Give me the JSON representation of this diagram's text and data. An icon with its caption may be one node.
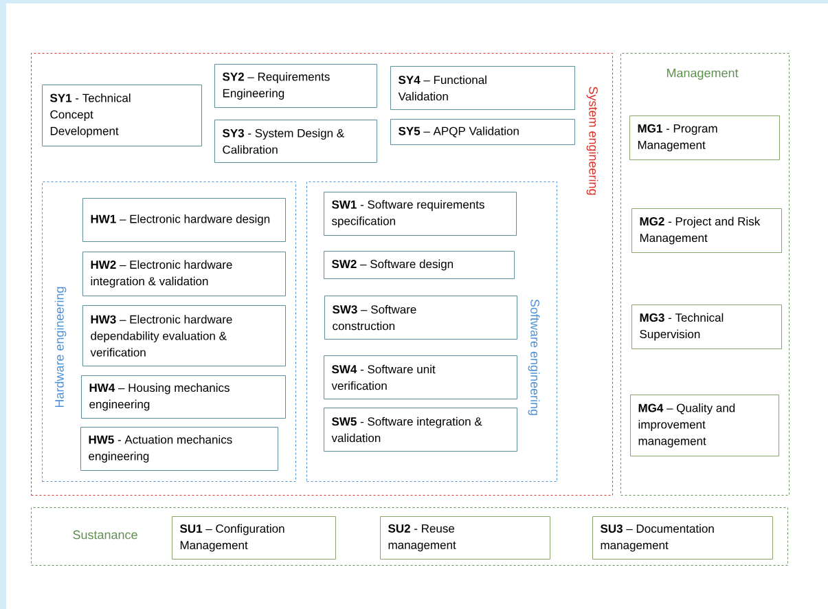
{
  "diagram": {
    "nodes": [
      {
        "text": [
          "System engineering"
        ]
      },
      {
        "text": [
          "**SY1** - Technical Concept Development"
        ],
        "in": 0
      },
      {
        "text": [
          "**SY2** – Requirements Engineering"
        ],
        "in": 0
      },
      {
        "text": [
          "**SY3** - System Design & Calibration"
        ],
        "in": 0
      },
      {
        "text": [
          "**SY4** – Functional Validation"
        ],
        "in": 0
      },
      {
        "text": [
          "**SY5** – APQP Validation"
        ],
        "in": 0
      },
      {
        "text": [
          "Hardware engineering"
        ],
        "in": 0
      },
      {
        "text": [
          "**HW1** – Electronic hardware design"
        ],
        "in": 6
      },
      {
        "text": [
          "**HW2** – Electronic hardware integration & validation"
        ],
        "in": 6
      },
      {
        "text": [
          "**HW3** – Electronic hardware dependability evaluation & verification"
        ],
        "in": 6
      },
      {
        "text": [
          "**HW4** – Housing mechanics engineering"
        ],
        "in": 6
      },
      {
        "text": [
          "**HW5** - Actuation mechanics engineering"
        ],
        "in": 6
      },
      {
        "text": [
          "Software engineering"
        ],
        "in": 0
      },
      {
        "text": [
          "**SW1** - Software requirements specification"
        ],
        "in": 12
      },
      {
        "text": [
          "**SW2** – Software design"
        ],
        "in": 12
      },
      {
        "text": [
          "**SW3** – Software construction"
        ],
        "in": 12
      },
      {
        "text": [
          "**SW4** - Software unit verification"
        ],
        "in": 12
      },
      {
        "text": [
          "**SW5** - Software integration & validation"
        ],
        "in": 12
      },
      {
        "text": [
          "Management"
        ]
      },
      {
        "text": [
          "**MG1** - Program Management"
        ],
        "in": 18
      },
      {
        "text": [
          "**MG2** - Project and Risk Management"
        ],
        "in": 18
      },
      {
        "text": [
          "**MG3** - Technical Supervision"
        ],
        "in": 18
      },
      {
        "text": [
          "**MG4** – Quality and improvement management"
        ],
        "in": 18
      },
      {
        "text": [
          "Sustanance"
        ]
      },
      {
        "text": [
          "**SU1** – Configuration Management"
        ],
        "in": 23
      },
      {
        "text": [
          "**SU2** - Reuse management"
        ],
        "in": 23
      },
      {
        "text": [
          "**SU3** – Documentation management"
        ],
        "in": 23
      }
    ]
  }
}
